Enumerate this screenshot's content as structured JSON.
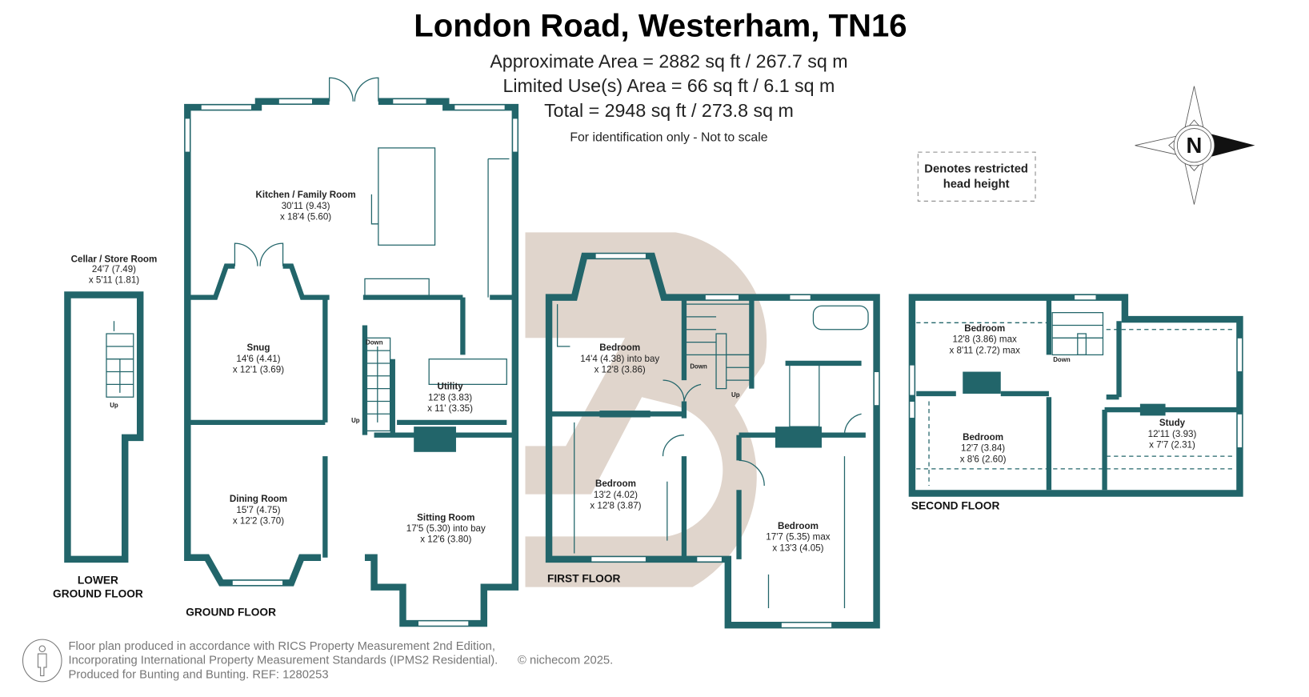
{
  "header": {
    "title": "London Road, Westerham, TN16",
    "approx_area": "Approximate Area = 2882 sq ft / 267.7 sq m",
    "limited_area": "Limited Use(s) Area = 66 sq ft / 6.1 sq m",
    "total_area": "Total = 2948 sq ft / 273.8 sq m",
    "note": "For identification only - Not to scale"
  },
  "legend": {
    "line1": "Denotes restricted",
    "line2": "head height"
  },
  "compass": {
    "letter": "N"
  },
  "floors": {
    "lower_ground": [
      "LOWER",
      "GROUND FLOOR"
    ],
    "ground": "GROUND FLOOR",
    "first": "FIRST FLOOR",
    "second": "SECOND FLOOR"
  },
  "rooms": {
    "cellar": {
      "name": "Cellar / Store Room",
      "d1": "24'7 (7.49)",
      "d2": "x 5'11 (1.81)"
    },
    "kitchen": {
      "name": "Kitchen / Family Room",
      "d1": "30'11 (9.43)",
      "d2": "x 18'4 (5.60)"
    },
    "snug": {
      "name": "Snug",
      "d1": "14'6 (4.41)",
      "d2": "x 12'1 (3.69)"
    },
    "utility": {
      "name": "Utility",
      "d1": "12'8 (3.83)",
      "d2": "x 11' (3.35)"
    },
    "dining": {
      "name": "Dining Room",
      "d1": "15'7 (4.75)",
      "d2": "x 12'2 (3.70)"
    },
    "sitting": {
      "name": "Sitting Room",
      "d1": "17'5 (5.30) into bay",
      "d2": "x 12'6 (3.80)"
    },
    "ff_bed1": {
      "name": "Bedroom",
      "d1": "14'4 (4.38) into bay",
      "d2": "x 12'8 (3.86)"
    },
    "ff_bed2": {
      "name": "Bedroom",
      "d1": "13'2 (4.02)",
      "d2": "x 12'8 (3.87)"
    },
    "ff_bed3": {
      "name": "Bedroom",
      "d1": "17'7 (5.35) max",
      "d2": "x 13'3 (4.05)"
    },
    "sf_bed1": {
      "name": "Bedroom",
      "d1": "12'8 (3.86) max",
      "d2": "x 8'11 (2.72) max"
    },
    "sf_bed2": {
      "name": "Bedroom",
      "d1": "12'7 (3.84)",
      "d2": "x 8'6 (2.60)"
    },
    "study": {
      "name": "Study",
      "d1": "12'11 (3.93)",
      "d2": "x 7'7 (2.31)"
    }
  },
  "stairs": {
    "up": "Up",
    "down": "Down"
  },
  "footer": {
    "line1": "Floor plan produced in accordance with RICS Property Measurement 2nd Edition,",
    "line2": "Incorporating International Property Measurement Standards (IPMS2 Residential).",
    "copyright": "© nichecom 2025.",
    "line3": "Produced for Bunting and Bunting.   REF:  1280253"
  },
  "colors": {
    "wall": "#22656a",
    "watermark": "#e0d5cc"
  }
}
